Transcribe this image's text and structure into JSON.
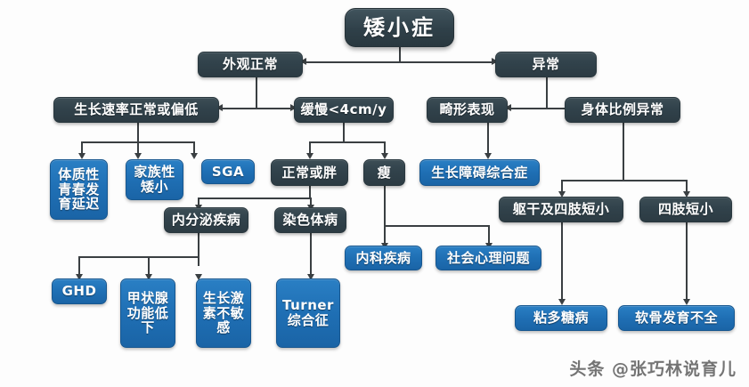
{
  "diagram": {
    "title": "矮小症",
    "watermark": "头条 @张巧林说育儿",
    "colors": {
      "dark_node": "#2f4049",
      "blue_node": "#1f6fb4",
      "line": "#3a3f42",
      "background": "#fdfdfd",
      "text": "#ffffff"
    },
    "nodes": [
      {
        "id": "root",
        "label": "矮小症",
        "style": "dark"
      },
      {
        "id": "normal_app",
        "label": "外观正常",
        "style": "dark"
      },
      {
        "id": "abnormal",
        "label": "异常",
        "style": "dark"
      },
      {
        "id": "rate_normal",
        "label": "生长速率正常或偏低",
        "style": "dark"
      },
      {
        "id": "slow",
        "label": "缓慢<4cm/y",
        "style": "dark"
      },
      {
        "id": "deformity",
        "label": "畸形表现",
        "style": "dark"
      },
      {
        "id": "body_prop",
        "label": "身体比例异常",
        "style": "dark"
      },
      {
        "id": "constit",
        "label": "体质性青春发育延迟",
        "style": "blue"
      },
      {
        "id": "familial",
        "label": "家族性矮小",
        "style": "blue"
      },
      {
        "id": "sga",
        "label": "SGA",
        "style": "blue"
      },
      {
        "id": "normal_fat",
        "label": "正常或胖",
        "style": "dark"
      },
      {
        "id": "thin",
        "label": "瘦",
        "style": "dark"
      },
      {
        "id": "growth_syn",
        "label": "生长障碍综合症",
        "style": "blue"
      },
      {
        "id": "endocrine",
        "label": "内分泌疾病",
        "style": "dark"
      },
      {
        "id": "chromosome",
        "label": "染色体病",
        "style": "dark"
      },
      {
        "id": "internal",
        "label": "内科疾病",
        "style": "blue"
      },
      {
        "id": "psych",
        "label": "社会心理问题",
        "style": "blue"
      },
      {
        "id": "trunk_limb",
        "label": "躯干及四肢短小",
        "style": "dark"
      },
      {
        "id": "limb_short",
        "label": "四肢短小",
        "style": "dark"
      },
      {
        "id": "ghd",
        "label": "GHD",
        "style": "blue"
      },
      {
        "id": "thyroid",
        "label": "甲状腺功能低下",
        "style": "blue"
      },
      {
        "id": "gh_insens",
        "label": "生长激素不敏感",
        "style": "blue"
      },
      {
        "id": "turner",
        "label": "Turner综合征",
        "style": "blue"
      },
      {
        "id": "mps",
        "label": "粘多糖病",
        "style": "blue"
      },
      {
        "id": "achondro",
        "label": "软骨发育不全",
        "style": "blue"
      }
    ]
  }
}
